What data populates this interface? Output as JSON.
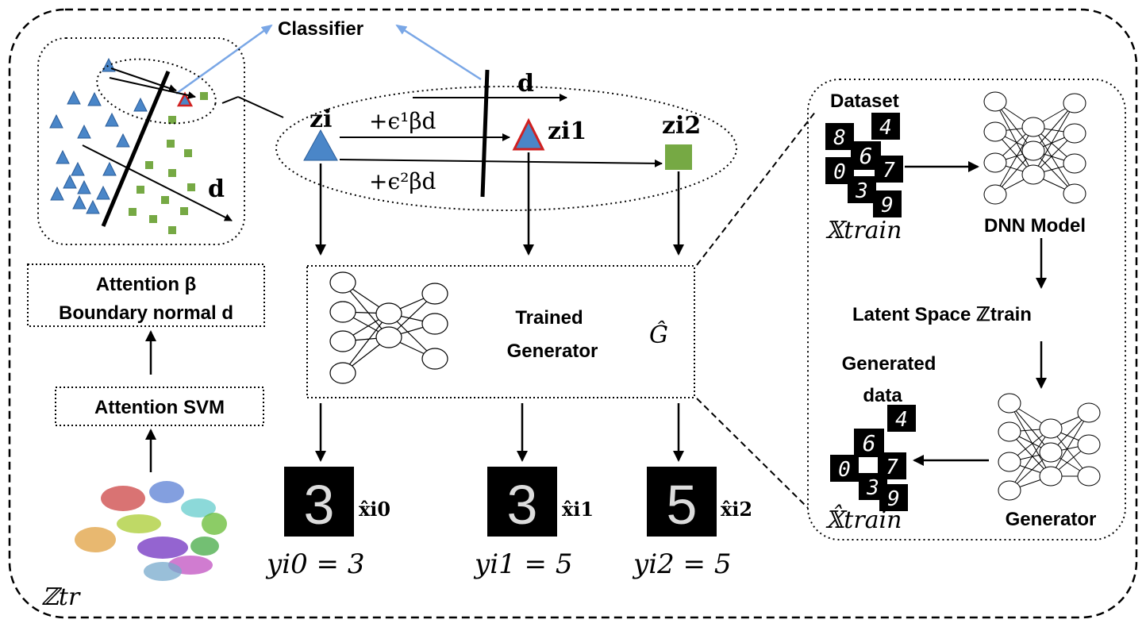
{
  "title": {
    "classifier": "Classifier"
  },
  "labels": {
    "attention_beta": "Attention β",
    "boundary_normal": "Boundary normal d",
    "attention_svm": "Attention SVM",
    "z_tr": "ℤtr",
    "d_small": "d",
    "d_top": "d",
    "z_i": "zi",
    "z_i_1": "zi1",
    "z_i_2": "zi2",
    "eps1": "+ϵ¹βd",
    "eps2": "+ϵ²βd",
    "trained_generator_1": "Trained",
    "trained_generator_2": "Generator",
    "g_hat": "Ĝ",
    "x_hat_0": "x̂i0",
    "x_hat_1": "x̂i1",
    "x_hat_2": "x̂i2",
    "y0": "yi0 = 3",
    "y1": "yi1 = 5",
    "y2": "yi2 = 5"
  },
  "generated_digits": [
    "3",
    "3",
    "5"
  ],
  "right_panel": {
    "dataset": "Dataset",
    "x_train": "𝕏train",
    "dnn_model": "DNN Model",
    "latent_space": "Latent Space ℤtrain",
    "generated_data_1": "Generated",
    "generated_data_2": "data",
    "x_hat_train": "𝕏̂train",
    "generator": "Generator",
    "dataset_digits": [
      "8",
      "4",
      "6",
      "0",
      "7",
      "3",
      "9"
    ],
    "generated_digits": [
      "4",
      "6",
      "0",
      "7",
      "3",
      "9"
    ]
  },
  "colors": {
    "triangle": "#4a86c8",
    "square": "#76a944",
    "adversarial_outline": "#d02020",
    "classifier_arrow": "#7aa7e6"
  }
}
